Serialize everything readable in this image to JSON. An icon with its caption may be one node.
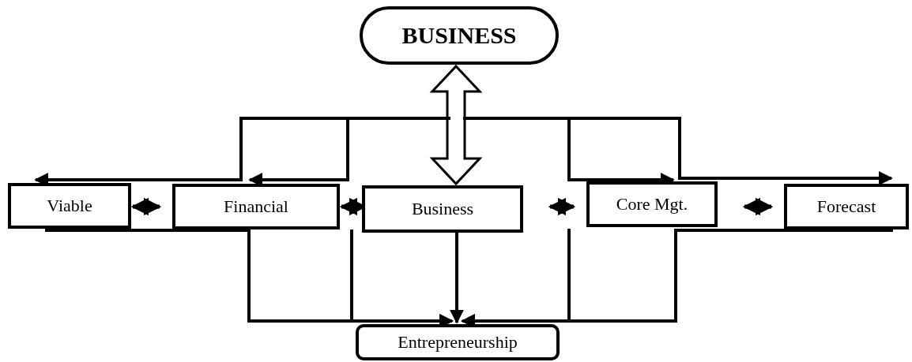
{
  "diagram": {
    "nodes": [
      {
        "text": [
          "BUSINESS"
        ]
      },
      {
        "text": [
          "Viable"
        ]
      },
      {
        "text": [
          "Financial"
        ]
      },
      {
        "text": [
          "Business"
        ]
      },
      {
        "text": [
          "Core Mgt."
        ]
      },
      {
        "text": [
          "Forecast"
        ]
      },
      {
        "text": [
          "Entrepreneurship"
        ]
      }
    ],
    "edges": [
      {
        "from": 0,
        "to": 3,
        "arrow": "both"
      },
      {
        "from": 0,
        "to": 1,
        "arrow": "to"
      },
      {
        "from": 0,
        "to": 2,
        "arrow": "to"
      },
      {
        "from": 0,
        "to": 4,
        "arrow": "to"
      },
      {
        "from": 0,
        "to": 5,
        "arrow": "to"
      },
      {
        "from": 1,
        "to": 2,
        "arrow": "both"
      },
      {
        "from": 2,
        "to": 3,
        "arrow": "both"
      },
      {
        "from": 3,
        "to": 4,
        "arrow": "both"
      },
      {
        "from": 4,
        "to": 5,
        "arrow": "both"
      },
      {
        "from": 3,
        "to": 6,
        "arrow": "to"
      },
      {
        "from": 1,
        "to": 6,
        "arrow": "to"
      },
      {
        "from": 2,
        "to": 6,
        "arrow": "to"
      },
      {
        "from": 4,
        "to": 6,
        "arrow": "to"
      },
      {
        "from": 5,
        "to": 6,
        "arrow": "to"
      }
    ]
  }
}
